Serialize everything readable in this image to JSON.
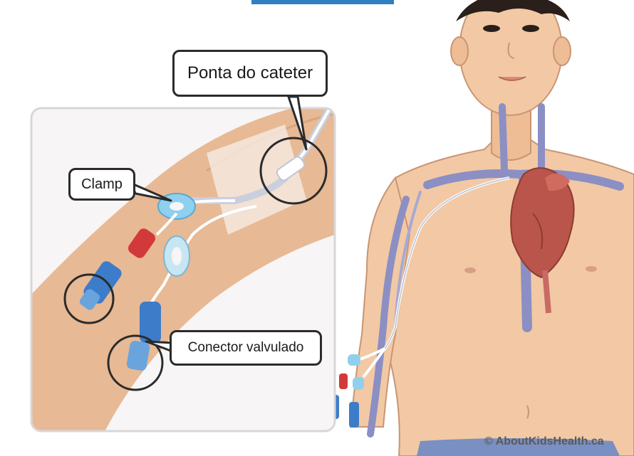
{
  "labels": {
    "catheter_tip": "Ponta do cateter",
    "clamp": "Clamp",
    "valved_connector": "Conector valvulado"
  },
  "credit": "© AboutKidsHealth.ca",
  "colors": {
    "skin": "#f2c9a4",
    "skin_shadow": "#e3b089",
    "vein": "#8b8fc4",
    "heart": "#b9554a",
    "clamp": "#8fd0ee",
    "hub_blue": "#3d7cc9",
    "hub_red": "#d2393b",
    "hair": "#2a1f1a",
    "accent": "#2f7fc1"
  },
  "icons": [
    "heart-illustration",
    "catheter-line",
    "clamp-icon",
    "valved-connector-icon",
    "highlight-circle"
  ]
}
